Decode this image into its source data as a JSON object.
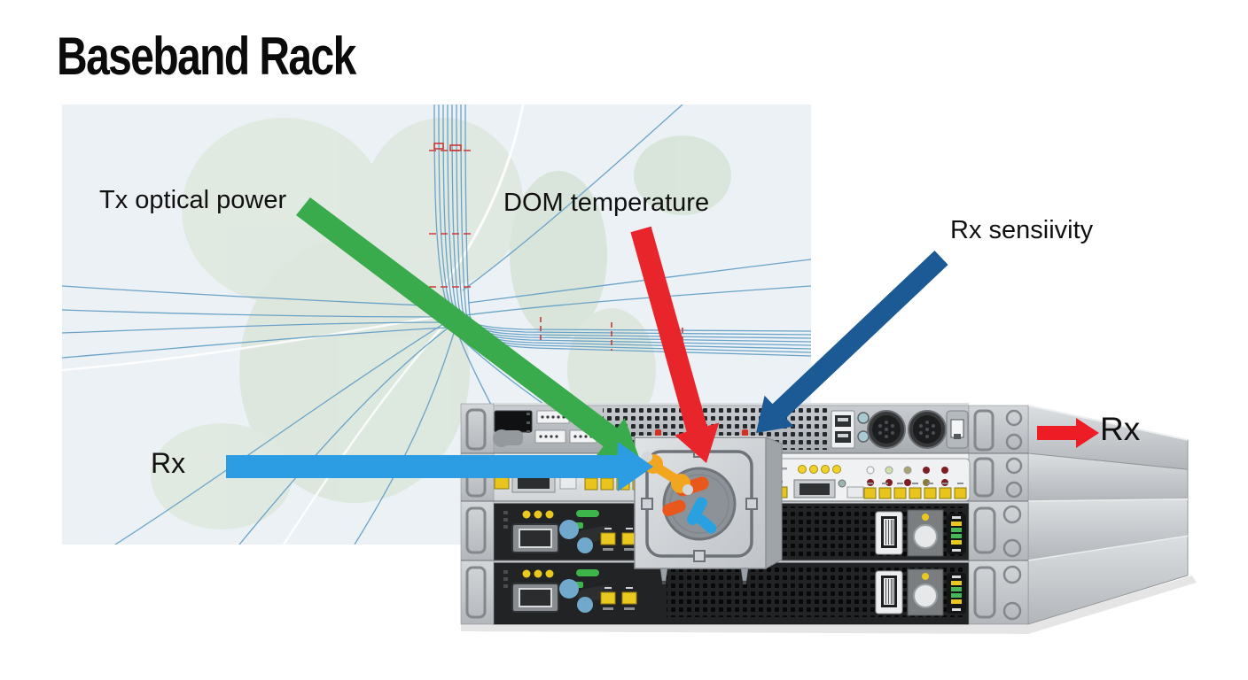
{
  "title": "Baseband Rack",
  "arrows": [
    {
      "id": "tx-optical-power",
      "label": "Tx optical power",
      "color": "#3aab4c"
    },
    {
      "id": "dom-temperature",
      "label": "DOM temperature",
      "color": "#e8252b"
    },
    {
      "id": "rx-sensiivity",
      "label": "Rx sensiivity",
      "color": "#1c5a96"
    },
    {
      "id": "rx-input",
      "label": "Rx",
      "color": "#2c9ce3"
    },
    {
      "id": "rx-output",
      "label": "Rx",
      "color": "#ee1c25"
    }
  ]
}
